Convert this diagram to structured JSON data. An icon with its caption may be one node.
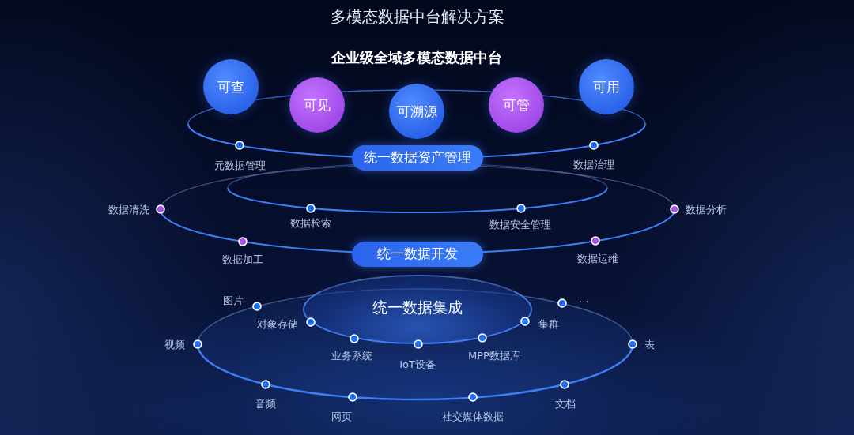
{
  "diagram": {
    "title": "多模态数据中台解决方案",
    "nodes": [
      {
        "text": [
          "可查"
        ]
      },
      {
        "text": [
          "可见"
        ]
      },
      {
        "text": [
          "可溯源"
        ]
      },
      {
        "text": [
          "可管"
        ]
      },
      {
        "text": [
          "可用"
        ]
      },
      {
        "text": [
          "统一数据资产管理"
        ]
      },
      {
        "text": [
          "统一数据开发"
        ]
      },
      {
        "text": [
          "统一数据集成"
        ]
      }
    ],
    "labels": [
      "企业级全域多模态数据中台",
      "元数据管理",
      "数据治理",
      "数据清洗",
      "数据分析",
      "数据检索",
      "数据安全管理",
      "数据加工",
      "数据运维",
      "图片",
      "...",
      "对象存储",
      "集群",
      "视频",
      "表",
      "业务系统",
      "MPP数据库",
      "IoT设备",
      "音频",
      "文档",
      "网页",
      "社交媒体数据"
    ]
  }
}
